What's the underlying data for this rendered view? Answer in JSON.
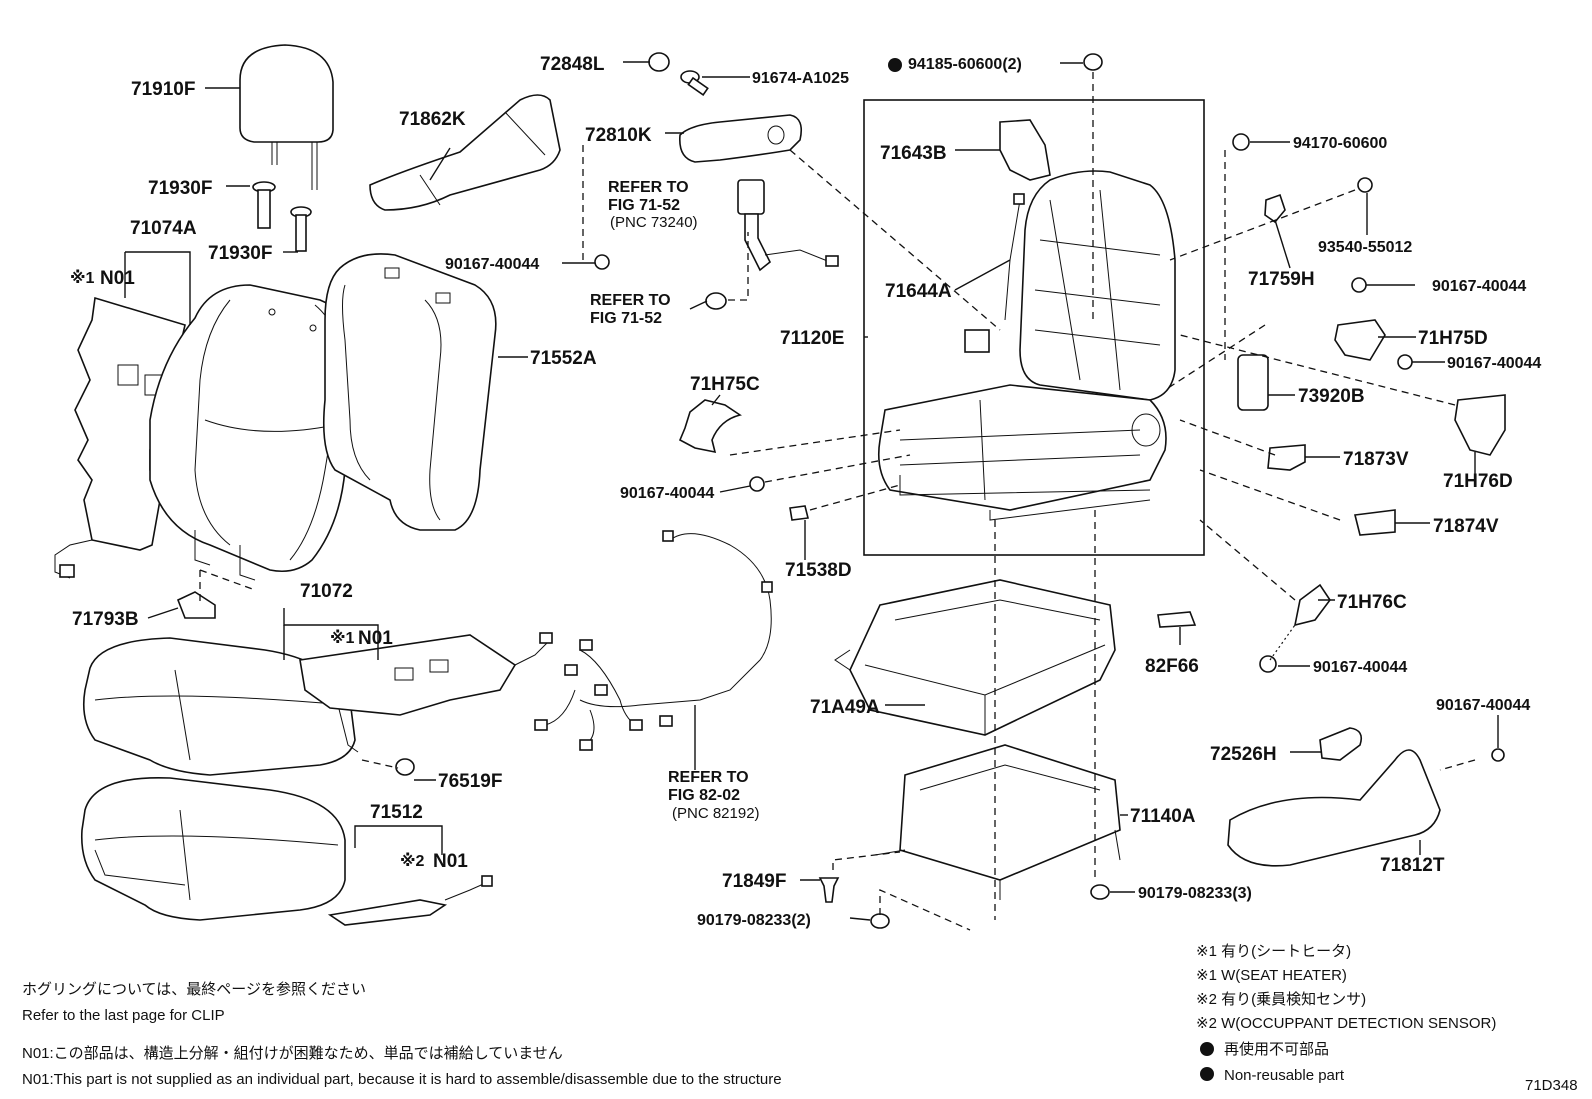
{
  "parts": {
    "p71910F": "71910F",
    "p71930F_a": "71930F",
    "p71930F_b": "71930F",
    "p71074A": "71074A",
    "p71862K": "71862K",
    "p71552A": "71552A",
    "p71793B": "71793B",
    "p71072": "71072",
    "p76519F": "76519F",
    "p71512": "71512",
    "p72848L": "72848L",
    "p91674": "91674-A1025",
    "p72810K": "72810K",
    "p90167_a": "90167-40044",
    "p71H75C": "71H75C",
    "p90167_b": "90167-40044",
    "p71538D": "71538D",
    "p94185": "94185-60600(2)",
    "p71643B": "71643B",
    "p71644A": "71644A",
    "p71120E": "71120E",
    "p94170": "94170-60600",
    "p93540": "93540-55012",
    "p71759H": "71759H",
    "p90167_c": "90167-40044",
    "p71H75D": "71H75D",
    "p90167_d": "90167-40044",
    "p73920B": "73920B",
    "p71873V": "71873V",
    "p71H76D": "71H76D",
    "p71874V": "71874V",
    "p71H76C": "71H76C",
    "p90167_e": "90167-40044",
    "p82F66": "82F66",
    "p71A49A": "71A49A",
    "p90167_f": "90167-40044",
    "p72526H": "72526H",
    "p71140A": "71140A",
    "p71812T": "71812T",
    "p71849F": "71849F",
    "p90179_a": "90179-08233(2)",
    "p90179_b": "90179-08233(3)"
  },
  "markers": {
    "n01_1_mark": "※1",
    "n01_1": "N01",
    "n01_2_mark": "※1",
    "n01_2": "N01",
    "n01_3_mark": "※2",
    "n01_3": "N01"
  },
  "refs": {
    "r1_a": "REFER TO",
    "r1_b": "FIG 71-52",
    "r1_c": "(PNC 73240)",
    "r2_a": "REFER TO",
    "r2_b": "FIG 71-52",
    "r3_a": "REFER TO",
    "r3_b": "FIG 82-02",
    "r3_c": "(PNC 82192)"
  },
  "notes": {
    "clip_jp": "ホグリングについては、最終ページを参照ください",
    "clip_en": "Refer to the last page for CLIP",
    "n01_jp": "N01:この部品は、構造上分解・組付けが困難なため、単品では補給していません",
    "n01_en": "N01:This part is not supplied as an individual part, because it is hard to assemble/disassemble due to the structure"
  },
  "legend": {
    "l1": "※1 有り(シートヒータ)",
    "l2": "※1 W(SEAT HEATER)",
    "l3": "※2 有り(乗員検知センサ)",
    "l4": "※2 W(OCCUPPANT DETECTION SENSOR)",
    "l5": "再使用不可部品",
    "l6": "Non-reusable part"
  },
  "figure_id": "71D348"
}
